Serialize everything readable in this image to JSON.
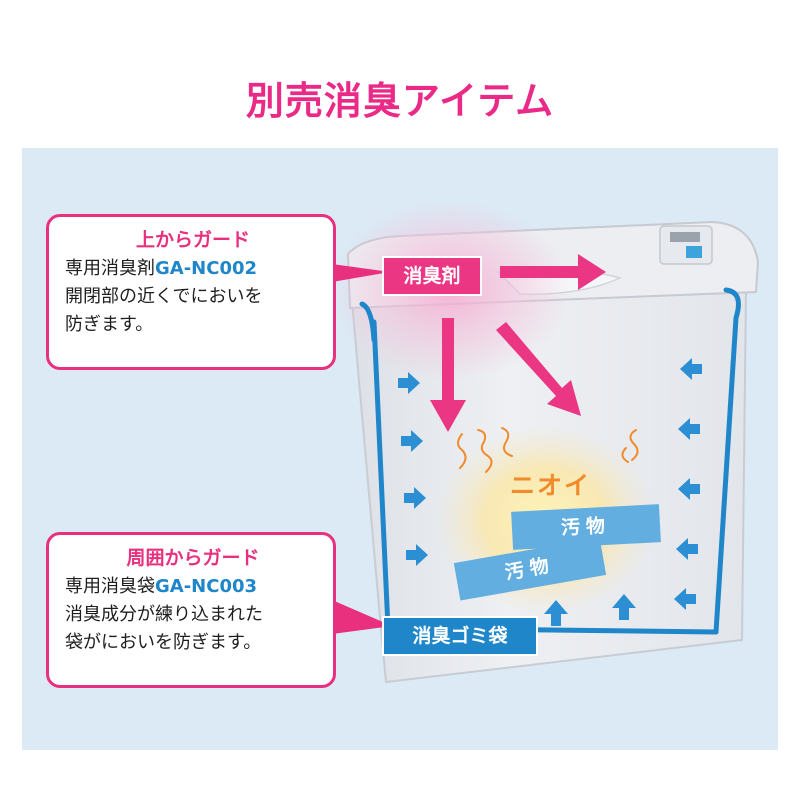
{
  "title": "別売消臭アイテム",
  "top_callout": {
    "heading": "上からガード",
    "line1_prefix": "専用消臭剤",
    "line1_code": "GA-NC002",
    "line2": "開閉部の近くでにおいを",
    "line3": "防ぎます。"
  },
  "bottom_callout": {
    "heading": "周囲からガード",
    "line1_prefix": "専用消臭袋",
    "line1_code": "GA-NC003",
    "line2": "消臭成分が練り込まれた",
    "line3": "袋がにおいを防ぎます。"
  },
  "tags": {
    "deodorant": "消臭剤",
    "bag": "消臭ゴミ袋"
  },
  "odor_label": "ニオイ",
  "dirt_labels": [
    "汚物",
    "汚物"
  ],
  "colors": {
    "pink": "#ea2a86",
    "blue": "#1f86c9",
    "orange": "#f08a2a",
    "panel_bg": "#dbeaf5"
  }
}
